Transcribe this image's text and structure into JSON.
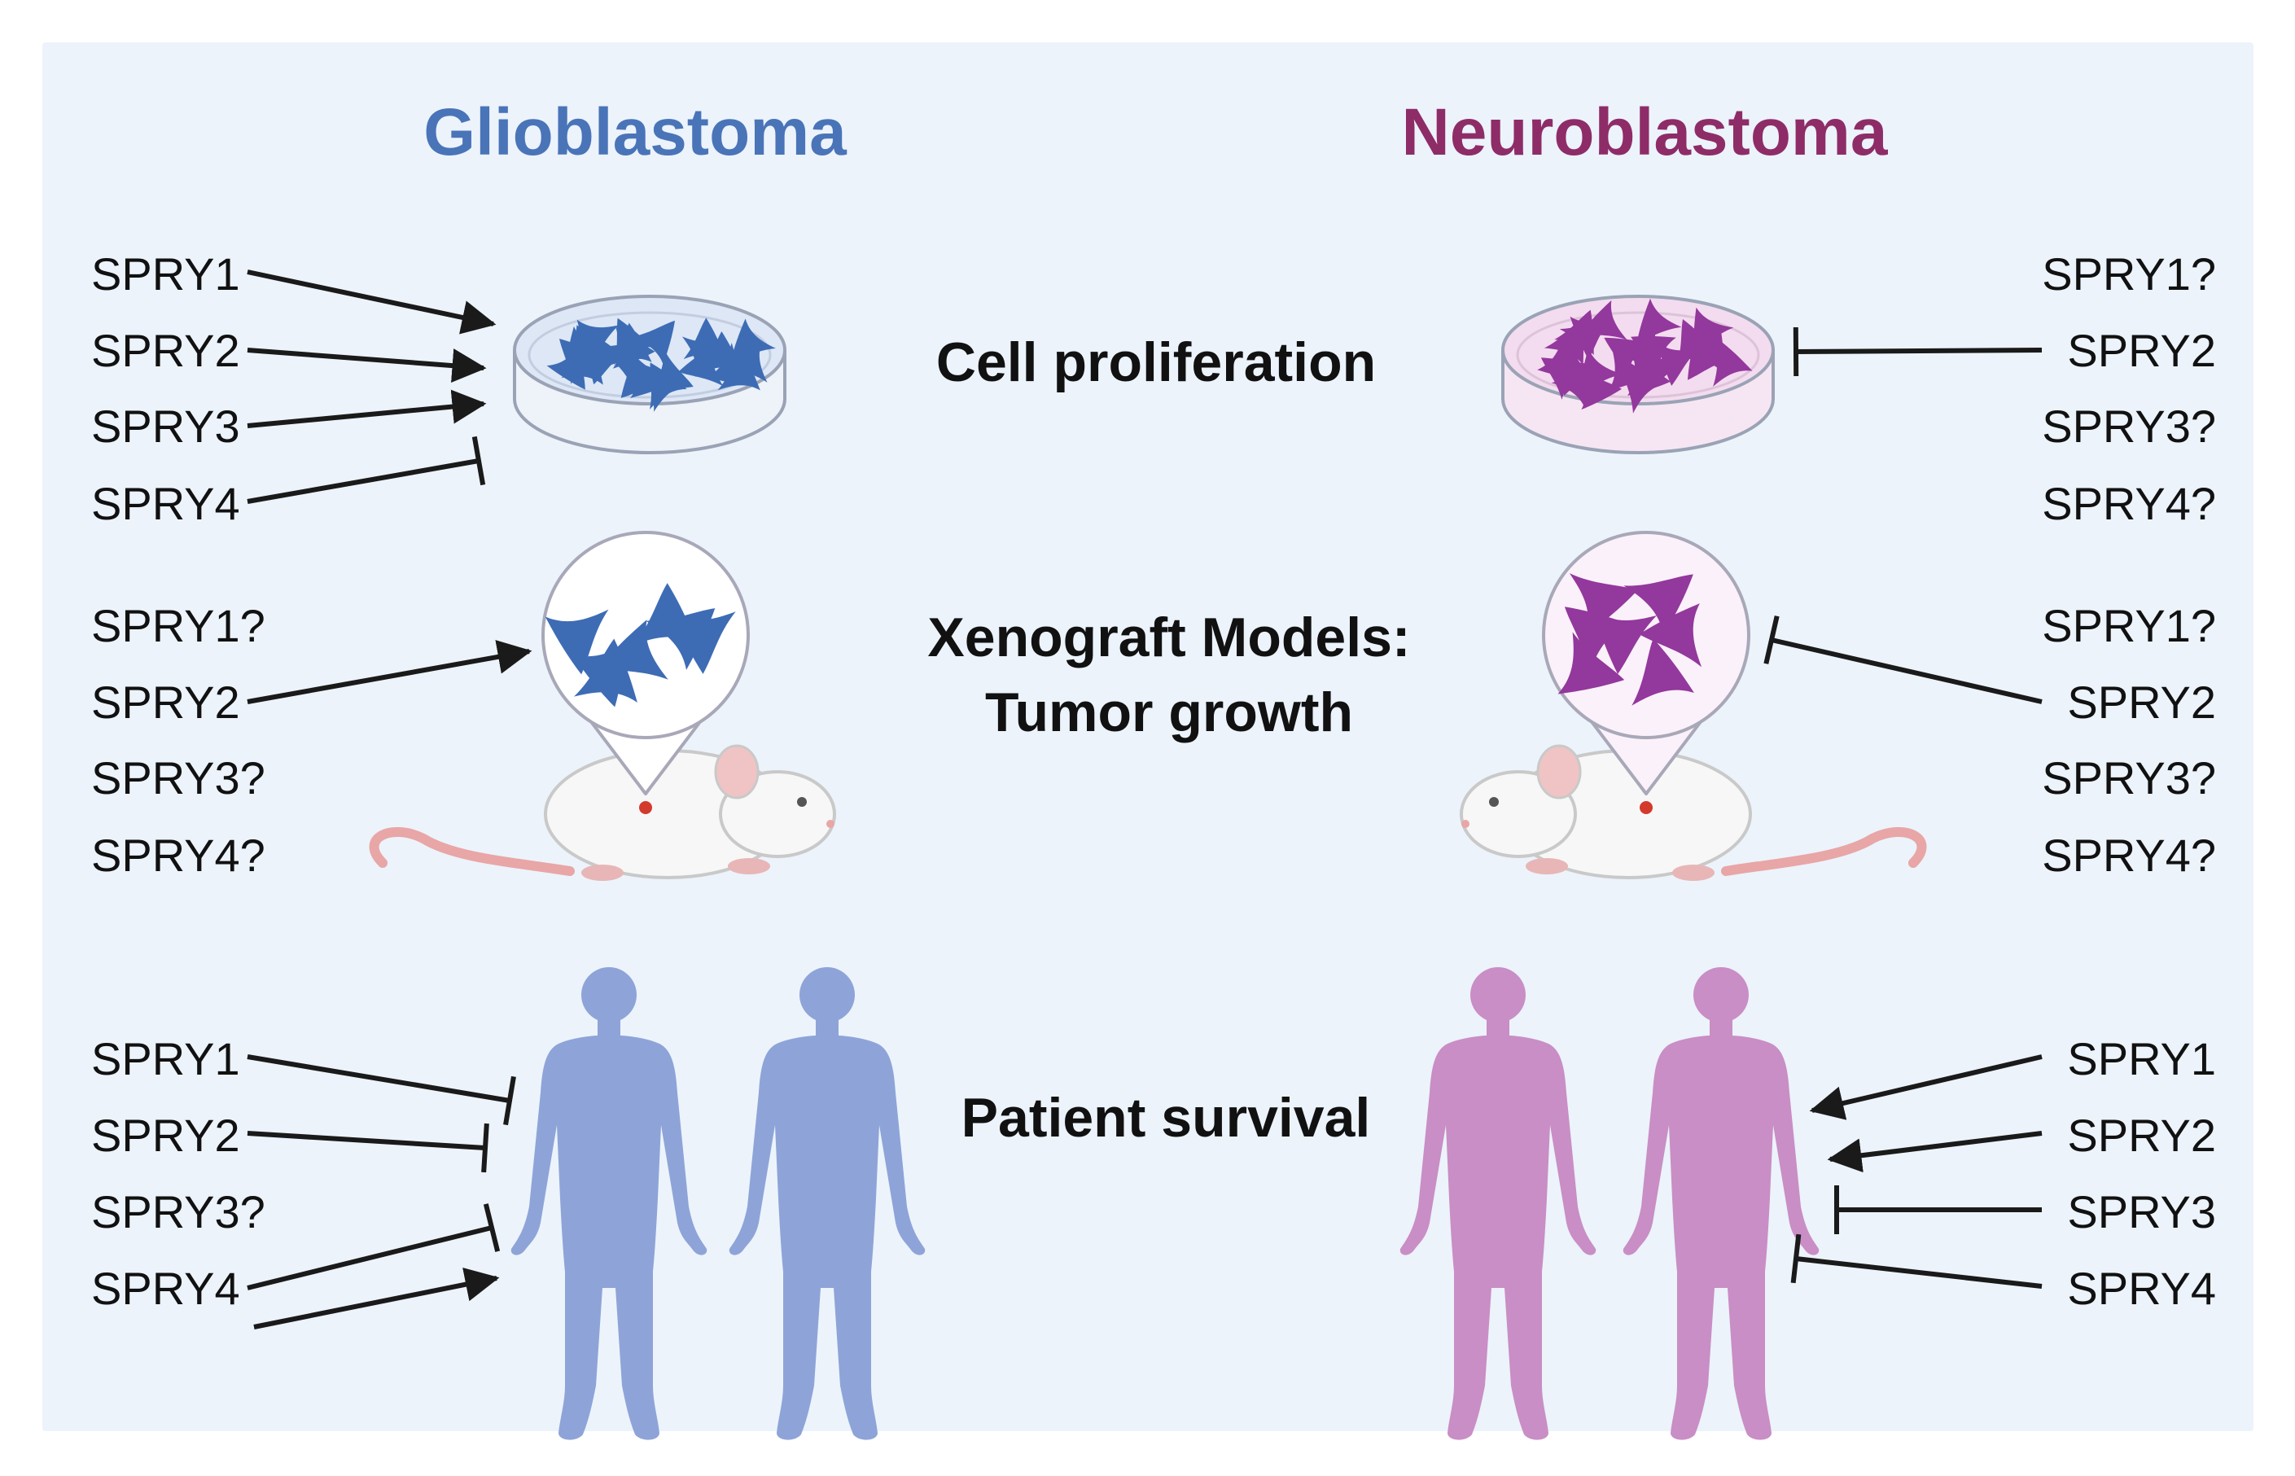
{
  "colors": {
    "panel_background": "#ecf3fb",
    "glioblastoma": "#4a74b8",
    "neuroblastoma": "#8e2c68",
    "gbm_body": "#8ea4d8",
    "nbl_body": "#c98ec5",
    "gbm_cells": "#3d6cb5",
    "nbl_cells": "#93389c",
    "gbm_dish_fill": "#dde7f6",
    "nbl_dish_fill": "#f3dcef",
    "arrow": "#1a1a1a"
  },
  "titles": {
    "left": "Glioblastoma",
    "right": "Neuroblastoma"
  },
  "rows": {
    "cell_proliferation": "Cell proliferation",
    "xenograft_line1": "Xenograft Models:",
    "xenograft_line2": "Tumor growth",
    "patient_survival": "Patient survival"
  },
  "glioblastoma": {
    "proliferation": [
      {
        "label": "SPRY1",
        "effect": "promotes"
      },
      {
        "label": "SPRY2",
        "effect": "promotes"
      },
      {
        "label": "SPRY3",
        "effect": "promotes"
      },
      {
        "label": "SPRY4",
        "effect": "inhibits"
      }
    ],
    "xenograft": [
      {
        "label": "SPRY1?",
        "effect": "unknown"
      },
      {
        "label": "SPRY2",
        "effect": "promotes"
      },
      {
        "label": "SPRY3?",
        "effect": "unknown"
      },
      {
        "label": "SPRY4?",
        "effect": "unknown"
      }
    ],
    "survival": [
      {
        "label": "SPRY1",
        "effect": "inhibits"
      },
      {
        "label": "SPRY2",
        "effect": "inhibits"
      },
      {
        "label": "SPRY3?",
        "effect": "unknown"
      },
      {
        "label": "SPRY4",
        "effect": "inhibits and promotes"
      }
    ]
  },
  "neuroblastoma": {
    "proliferation": [
      {
        "label": "SPRY1?",
        "effect": "unknown"
      },
      {
        "label": "SPRY2",
        "effect": "inhibits"
      },
      {
        "label": "SPRY3?",
        "effect": "unknown"
      },
      {
        "label": "SPRY4?",
        "effect": "unknown"
      }
    ],
    "xenograft": [
      {
        "label": "SPRY1?",
        "effect": "unknown"
      },
      {
        "label": "SPRY2",
        "effect": "inhibits"
      },
      {
        "label": "SPRY3?",
        "effect": "unknown"
      },
      {
        "label": "SPRY4?",
        "effect": "unknown"
      }
    ],
    "survival": [
      {
        "label": "SPRY1",
        "effect": "promotes"
      },
      {
        "label": "SPRY2",
        "effect": "promotes"
      },
      {
        "label": "SPRY3",
        "effect": "inhibits"
      },
      {
        "label": "SPRY4",
        "effect": "inhibits"
      }
    ]
  }
}
